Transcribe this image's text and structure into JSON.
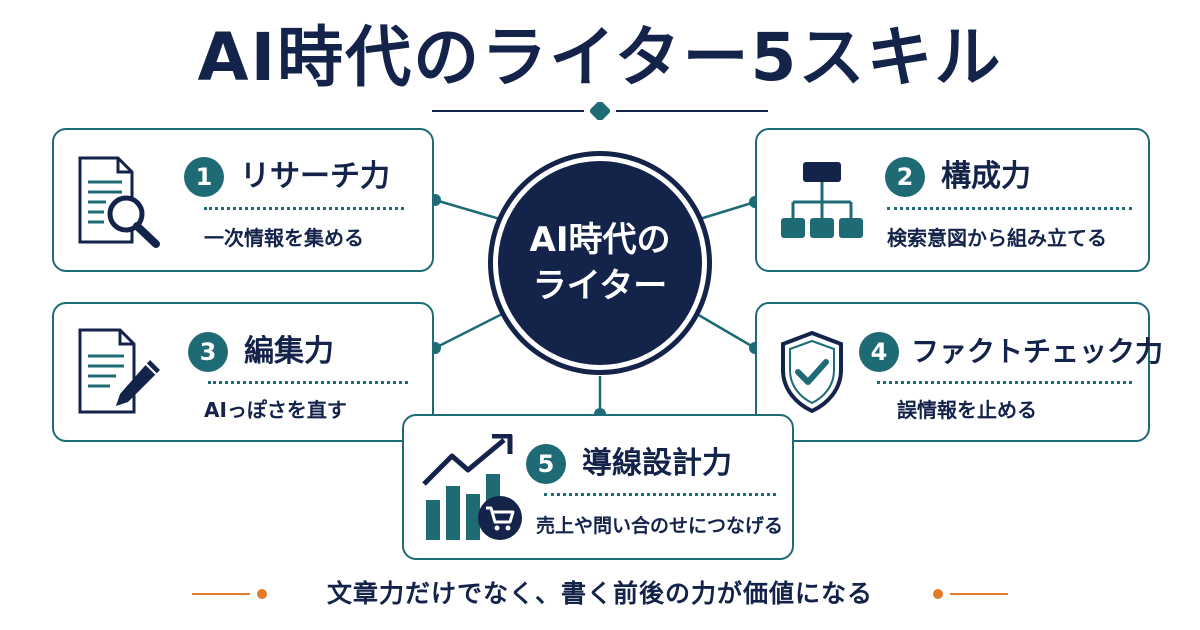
{
  "title": "AI時代のライター5スキル",
  "hub": {
    "line1": "AI時代の",
    "line2": "ライター"
  },
  "skills": [
    {
      "number": "1",
      "label": "リサーチ力",
      "description": "一次情報を集める",
      "icon": "document-search-icon"
    },
    {
      "number": "2",
      "label": "構成力",
      "description": "検索意図から組み立てる",
      "icon": "hierarchy-icon"
    },
    {
      "number": "3",
      "label": "編集力",
      "description": "AIっぽさを直す",
      "icon": "document-pen-icon"
    },
    {
      "number": "4",
      "label": "ファクトチェック力",
      "description": "誤情報を止める",
      "icon": "shield-check-icon"
    },
    {
      "number": "5",
      "label": "導線設計力",
      "description": "売上や問い合のせにつなげる",
      "icon": "chart-cart-icon"
    }
  ],
  "footer": "文章力だけでなく、書く前後の力が価値になる",
  "colors": {
    "navy": "#14234a",
    "teal": "#1e6b76",
    "orange": "#e07b2a"
  }
}
